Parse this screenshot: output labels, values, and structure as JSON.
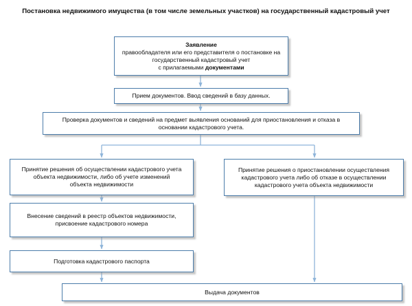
{
  "title": "Постановка недвижимого имущества (в том числе земельных участков) на государственный кадастровый учет",
  "nodes": {
    "application": {
      "heading": "Заявление",
      "line1": "правообладателя или его представителя о постановке на",
      "line2": "государственный кадастровый учет",
      "line3_prefix": "с прилагаемыми ",
      "line3_bold": "документами"
    },
    "intake": {
      "text": "Прием документов. Ввод сведений в базу данных."
    },
    "verification": {
      "line1": "Проверка документов и сведений на предмет выявления оснований для приостановления и отказа в",
      "line2": "основании кадастрового учета."
    },
    "decision_approve": {
      "line1": "Принятие решения об осуществлении кадастрового учета",
      "line2": "объекта недвижимости, либо об учете изменений",
      "line3": "объекта недвижимости"
    },
    "decision_refuse": {
      "line1": "Принятие решения о приостановлении осуществления",
      "line2": "кадастрового учета либо об отказе в осуществлении",
      "line3": "кадастрового учета объекта недвижимости"
    },
    "registry_entry": {
      "line1": "Внесение сведений в реестр объектов недвижимости,",
      "line2": "присвоение кадастрового номера"
    },
    "passport": {
      "text": "Подготовка кадастрового паспорта"
    },
    "issuance": {
      "text": "Выдача документов"
    }
  },
  "colors": {
    "border": "#4a7ba9",
    "connector": "#8eb4d9"
  }
}
